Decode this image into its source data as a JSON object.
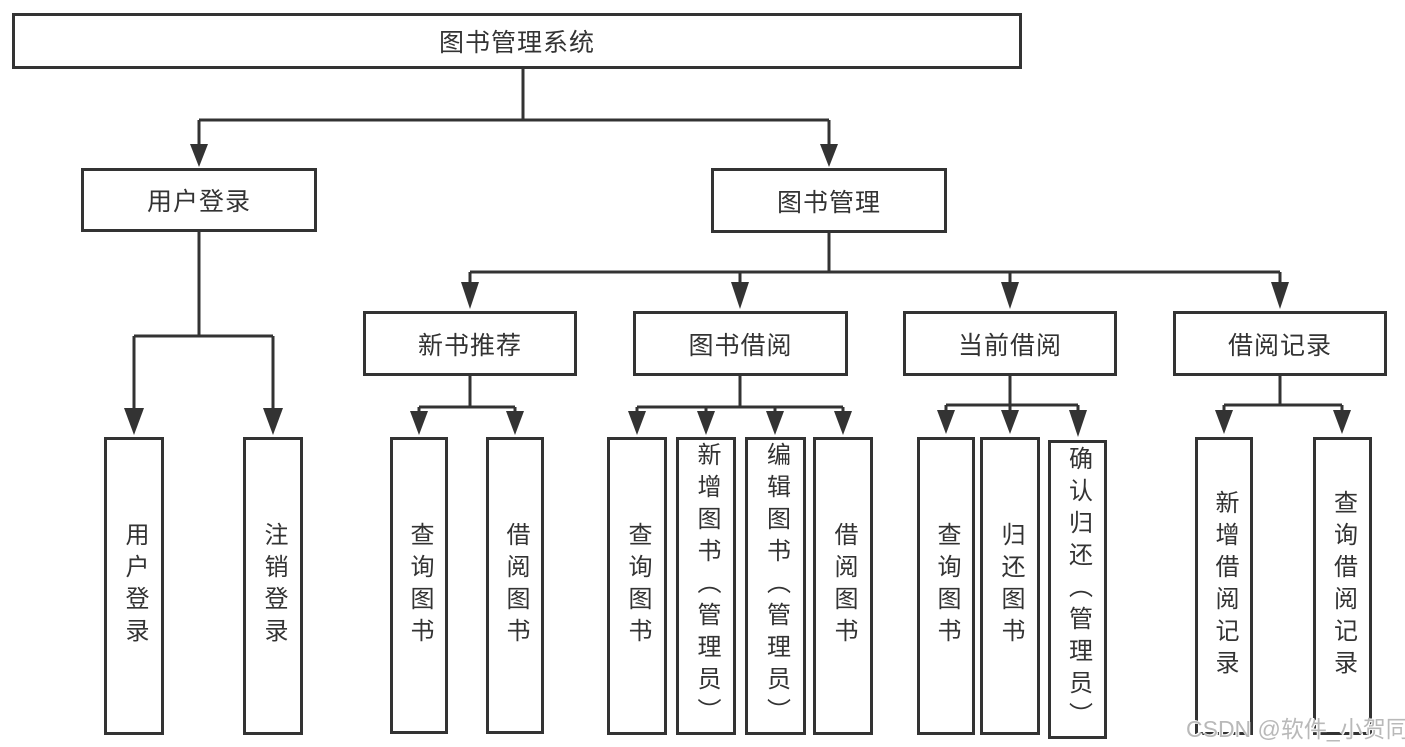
{
  "diagram_title": "图书管理系统",
  "nodes": {
    "root": {
      "label": "图书管理系统"
    },
    "user_login": {
      "label": "用户登录"
    },
    "book_mgmt": {
      "label": "图书管理"
    },
    "new_book_rec": {
      "label": "新书推荐"
    },
    "book_borrow": {
      "label": "图书借阅"
    },
    "current_borrow": {
      "label": "当前借阅"
    },
    "borrow_records": {
      "label": "借阅记录"
    },
    "leaf_user_login": {
      "label": "用户登录"
    },
    "leaf_logout": {
      "label": "注销登录"
    },
    "leaf_rec_query": {
      "label": "查询图书"
    },
    "leaf_rec_borrow": {
      "label": "借阅图书"
    },
    "leaf_bor_query": {
      "label": "查询图书"
    },
    "leaf_bor_add": {
      "label": "新增图书（管理员）"
    },
    "leaf_bor_edit": {
      "label": "编辑图书（管理员）"
    },
    "leaf_bor_borrow": {
      "label": "借阅图书"
    },
    "leaf_cur_query": {
      "label": "查询图书"
    },
    "leaf_cur_return": {
      "label": "归还图书"
    },
    "leaf_cur_confirm": {
      "label": "确认归还（管理员）"
    },
    "leaf_recd_add": {
      "label": "新增借阅记录"
    },
    "leaf_recd_query": {
      "label": "查询借阅记录"
    }
  },
  "hierarchy": {
    "图书管理系统": [
      "用户登录",
      "图书管理"
    ],
    "用户登录": [
      "用户登录",
      "注销登录"
    ],
    "图书管理": [
      "新书推荐",
      "图书借阅",
      "当前借阅",
      "借阅记录"
    ],
    "新书推荐": [
      "查询图书",
      "借阅图书"
    ],
    "图书借阅": [
      "查询图书",
      "新增图书（管理员）",
      "编辑图书（管理员）",
      "借阅图书"
    ],
    "当前借阅": [
      "查询图书",
      "归还图书",
      "确认归还（管理员）"
    ],
    "借阅记录": [
      "新增借阅记录",
      "查询借阅记录"
    ]
  },
  "watermark": {
    "text": "CSDN @软件_小贺同学",
    "color": "#b9b9b9"
  },
  "colors": {
    "line": "#333333",
    "box_border": "#333333",
    "box_bg": "#ffffff",
    "text": "#333333",
    "background": "#ffffff"
  }
}
